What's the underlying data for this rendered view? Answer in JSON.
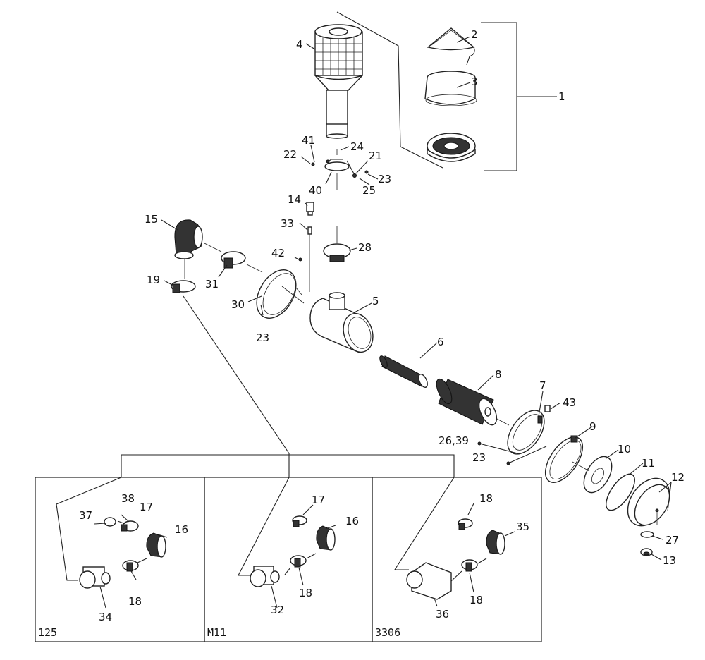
{
  "diagram": {
    "callouts": {
      "c1": "1",
      "c2": "2",
      "c3": "3",
      "c4": "4",
      "c5": "5",
      "c6": "6",
      "c7": "7",
      "c8": "8",
      "c9": "9",
      "c10": "10",
      "c11": "11",
      "c12": "12",
      "c13": "13",
      "c14": "14",
      "c15": "15",
      "c19": "19",
      "c21": "21",
      "c22": "22",
      "c23a": "23",
      "c23b": "23",
      "c23c": "23",
      "c24": "24",
      "c25": "25",
      "c26_39": "26,39",
      "c27": "27",
      "c28": "28",
      "c30": "30",
      "c31": "31",
      "c33": "33",
      "c40": "40",
      "c41": "41",
      "c42": "42",
      "c43": "43"
    },
    "variants": [
      {
        "label": "125",
        "callouts": {
          "a": "38",
          "b": "17",
          "c": "37",
          "d": "16",
          "e": "18",
          "f": "34"
        }
      },
      {
        "label": "M11",
        "callouts": {
          "a": "17",
          "b": "16",
          "c": "18",
          "d": "32"
        }
      },
      {
        "label": "3306",
        "callouts": {
          "a": "18",
          "b": "35",
          "c": "18",
          "d": "36"
        }
      }
    ]
  }
}
